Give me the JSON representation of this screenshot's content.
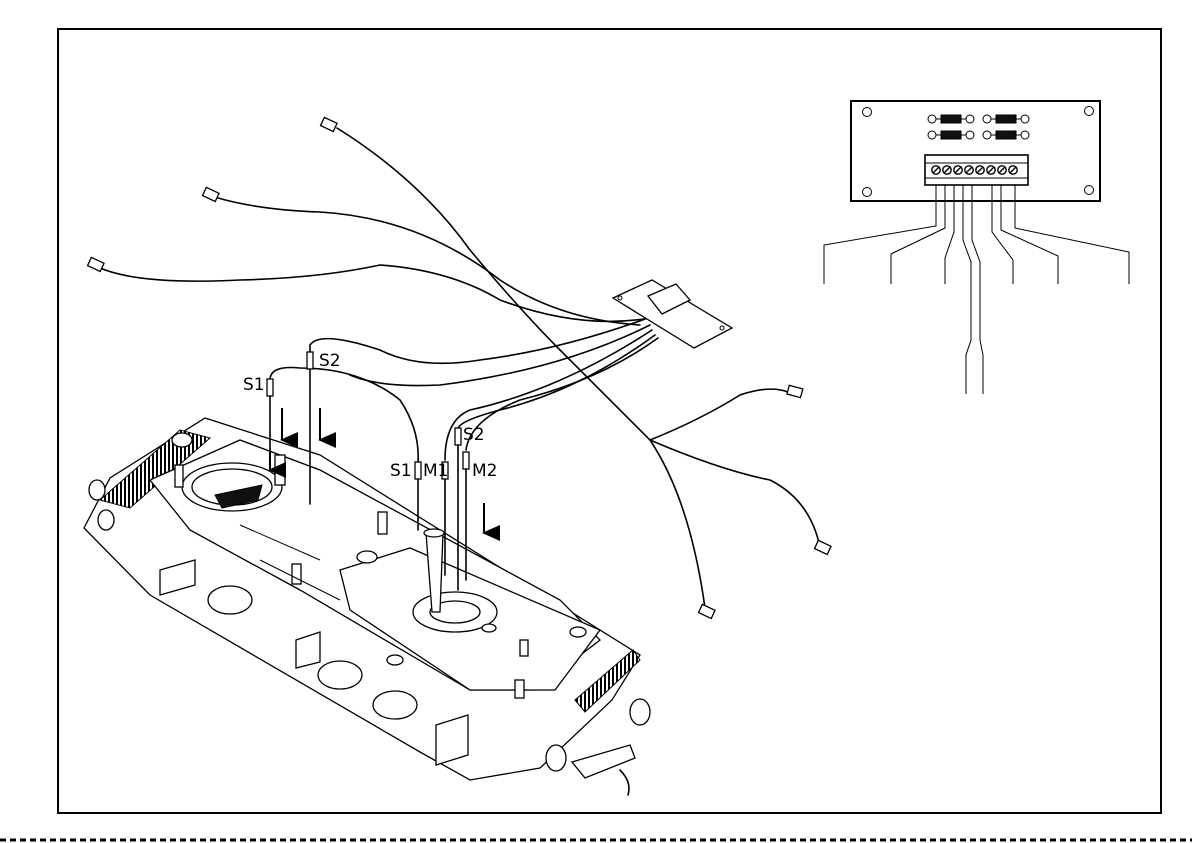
{
  "labels": {
    "s1_upper": "S1",
    "s2_upper": "S2",
    "s1_lower": "S1",
    "m1": "M1",
    "s2_lower": "S2",
    "m2": "M2"
  },
  "colors": {
    "ink": "#000000",
    "paper": "#ffffff"
  }
}
